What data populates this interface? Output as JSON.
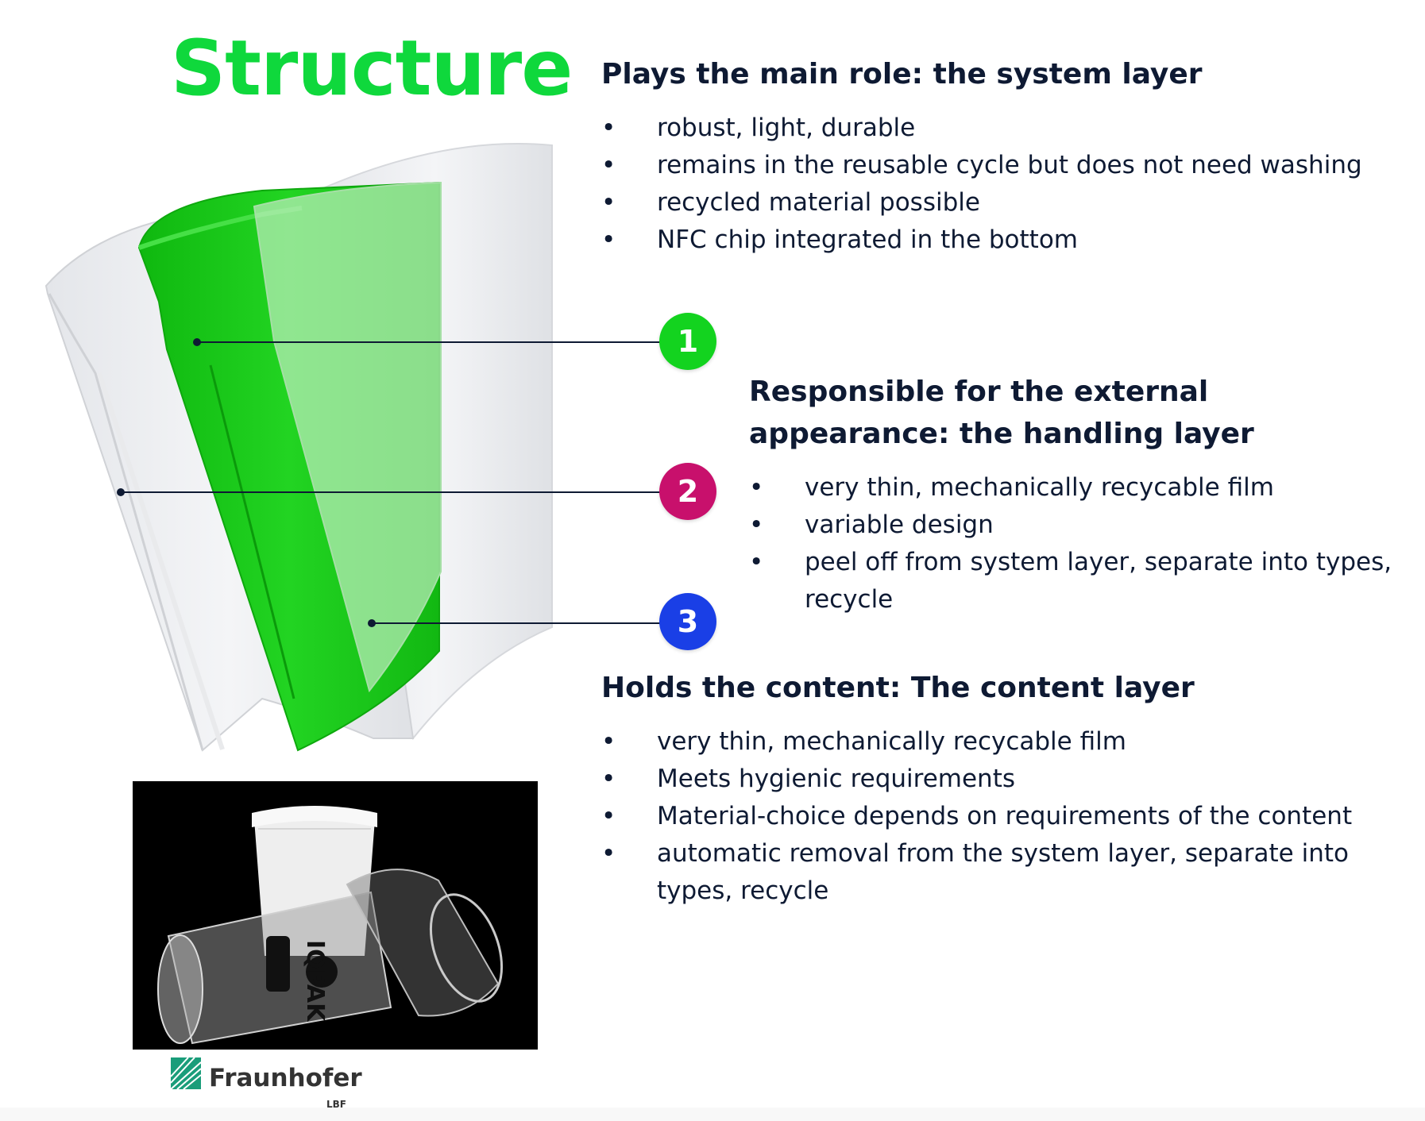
{
  "title": "Structure",
  "colors": {
    "title_green": "#0fd83c",
    "layer_green": "#14c814",
    "badge_green": "#13d31f",
    "badge_magenta": "#c8106c",
    "badge_blue": "#1a3fe6",
    "text_navy": "#0e1a33"
  },
  "system_layer": {
    "heading": "Plays the main role: the system layer",
    "bullets": [
      "robust, light, durable",
      "remains in the reusable cycle but does not need washing",
      "recycled material possible",
      "NFC chip integrated in the bottom"
    ]
  },
  "handling_layer": {
    "heading": "Responsible for the external appearance: the handling layer",
    "bullets": [
      "very thin, mechanically recycable film",
      "variable design",
      "peel off from system layer, separate into types, recycle"
    ]
  },
  "content_layer": {
    "heading": "Holds the content: The content layer",
    "bullets": [
      "very thin, mechanically recycable film",
      "Meets hygienic requirements",
      "Material-choice depends on requirements of the content",
      "automatic removal from the system layer, separate into types, recycle"
    ]
  },
  "callouts": [
    "1",
    "2",
    "3"
  ],
  "bullet_symbol": "•",
  "photo": {
    "cup_brand": "IQPAK"
  },
  "logo": {
    "name": "Fraunhofer",
    "institute": "LBF"
  }
}
